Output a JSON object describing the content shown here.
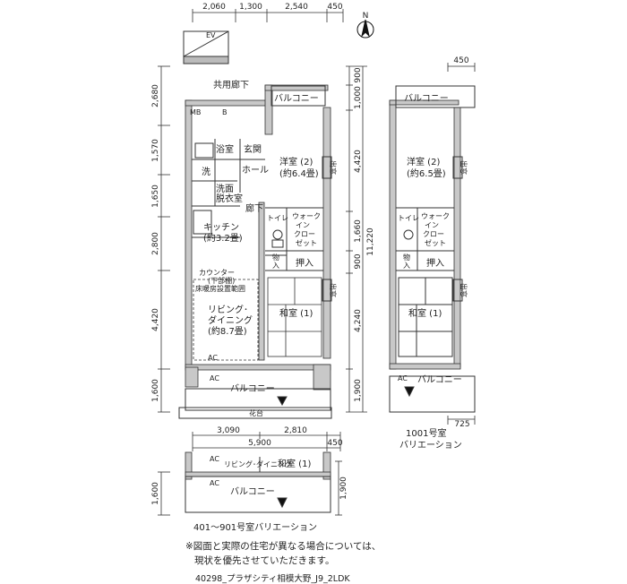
{
  "compass": {
    "label": "N"
  },
  "top_dims": [
    "2,060",
    "1,300",
    "2,540",
    "450"
  ],
  "right_top_dim": "450",
  "left_dims": [
    "2,680",
    "1,570",
    "1,650",
    "2,800",
    "4,420",
    "1,600"
  ],
  "right_dims": [
    "900",
    "1,000",
    "4,420",
    "1,660",
    "900",
    "4,240",
    "1,900"
  ],
  "total_dim": "11,220",
  "bottom_dims": [
    "3,090",
    "2,810",
    "5,900",
    "450"
  ],
  "variation_left_dims": [
    "1,600"
  ],
  "variation_right_dims": [
    "1,900"
  ],
  "dim_725": "725",
  "labels": {
    "ev": "EV",
    "kyoyo_roka": "共用廊下",
    "mb": "MB",
    "b": "B",
    "balcony": "バルコニー",
    "yokushitsu": "浴室",
    "genkan": "玄関",
    "sen": "洗",
    "hall": "ホール",
    "senmen": "洗面",
    "datsui": "脱衣室",
    "roka": "廊下",
    "kitchen": "キッチン",
    "kitchen_size": "(約3.2畳)",
    "counter": "カウンター",
    "counter_sub": "(下部棚)",
    "yukadan": "床暖房設置範囲",
    "living1": "リビング･",
    "living2": "ダイニング",
    "living_size": "(約8.7畳)",
    "youshitsu": "洋室 (2)",
    "youshitsu_size": "(約6.4畳)",
    "youshitsu_var": "洋室 (2)",
    "youshitsu_var_size": "(約6.5畳)",
    "toilet": "トイレ",
    "walkin1": "ウォーク",
    "walkin2": "イン",
    "walkin3": "クロー",
    "walkin4": "ゼット",
    "mono": "物",
    "ire": "入",
    "oshiire": "押入",
    "washitsu": "和室 (1)",
    "demado": "出窓",
    "kadai": "花台",
    "ac": "AC",
    "living_var": "リビング･ダイニング",
    "washitsu_var": "和室 (1)"
  },
  "captions": {
    "room1001": "1001号室",
    "variation": "バリエーション",
    "room401": "401～901号室バリエーション"
  },
  "note": {
    "line1": "※図面と実際の住宅が異なる場合については、",
    "line2": "現状を優先させていただきます。"
  },
  "code": "40298_プラザシティ相模大野_J9_2LDK"
}
